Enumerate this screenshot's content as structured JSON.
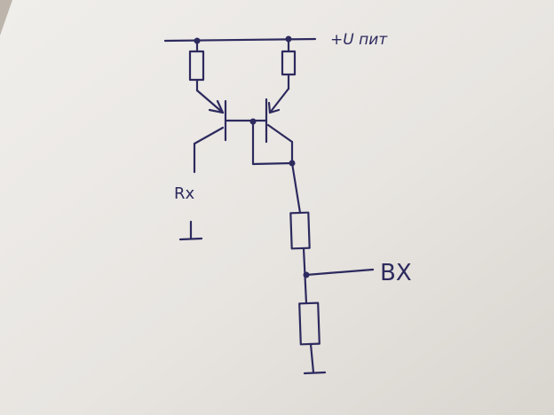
{
  "labels": {
    "supply": "+U пит",
    "output": "Rx",
    "input": "BX"
  },
  "colors": {
    "ink": "#2d2a5e",
    "paper": "#e9e6e2",
    "background": "#b9b0a6"
  }
}
